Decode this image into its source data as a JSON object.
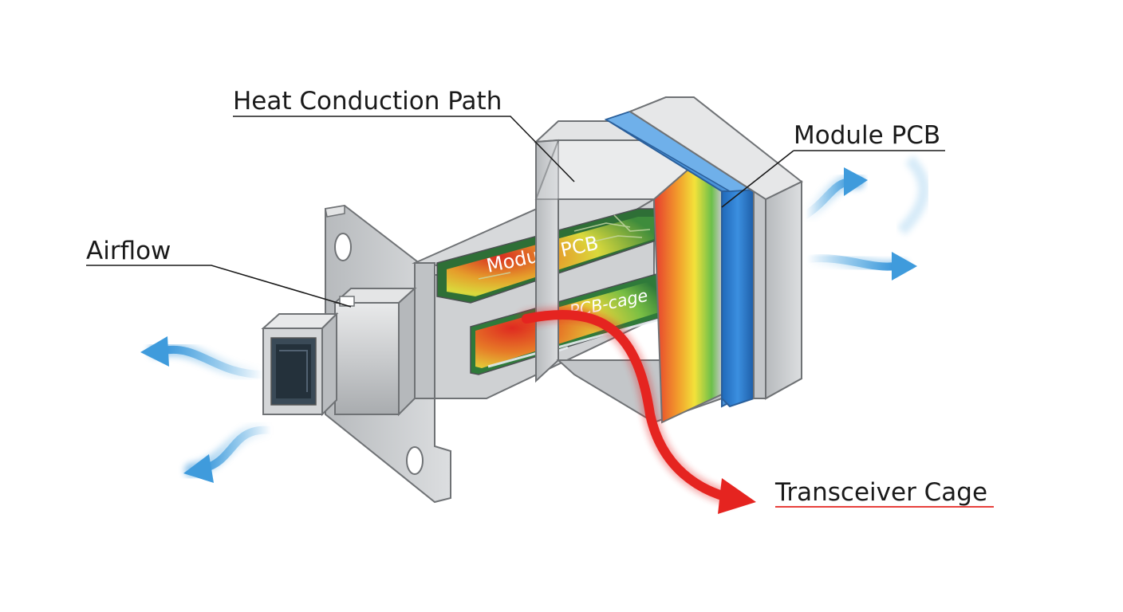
{
  "labels": {
    "heat_conduction_path": "Heat Conduction Path",
    "module_pcb": "Module PCB",
    "airflow": "Airflow",
    "transceiver_cage": "Transceiver Cage",
    "module_pcb_inner": "Module PCB",
    "pcb_cage_inner": "PCB-cage"
  },
  "colors": {
    "metal": "#c9cbcd",
    "metal_dark": "#9fa2a5",
    "blue_plate": "#2f7fd0",
    "airflow": "#4aa3df",
    "heat_arrow": "#e52420",
    "pcb_green": "#2f7a3a"
  }
}
